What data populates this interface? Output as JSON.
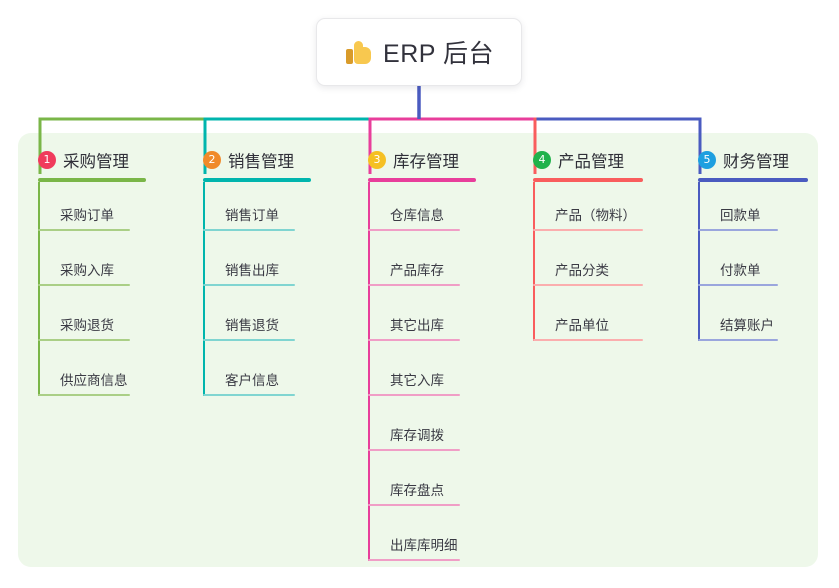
{
  "root": {
    "icon": "thumbs-up-icon",
    "title": "ERP 后台"
  },
  "palette": {
    "panel_bg": "#eef8ea",
    "page_bg": "#ffffff",
    "root_stem": "#4a5bc0"
  },
  "branches": [
    {
      "index": "1",
      "label": "采购管理",
      "badge_color": "#f03b5c",
      "line_color": "#7ab648",
      "leaf_line_color": "#aacf86",
      "items": [
        "采购订单",
        "采购入库",
        "采购退货",
        "供应商信息"
      ]
    },
    {
      "index": "2",
      "label": "销售管理",
      "badge_color": "#f08a2a",
      "line_color": "#00b5ad",
      "leaf_line_color": "#80d5d1",
      "items": [
        "销售订单",
        "销售出库",
        "销售退货",
        "客户信息"
      ]
    },
    {
      "index": "3",
      "label": "库存管理",
      "badge_color": "#f5c023",
      "line_color": "#e83e9b",
      "leaf_line_color": "#f09ec6",
      "items": [
        "仓库信息",
        "产品库存",
        "其它出库",
        "其它入库",
        "库存调拨",
        "库存盘点",
        "出库库明细"
      ]
    },
    {
      "index": "4",
      "label": "产品管理",
      "badge_color": "#20b24b",
      "line_color": "#f95d5d",
      "leaf_line_color": "#fbaeae",
      "items": [
        "产品（物料）",
        "产品分类",
        "产品单位"
      ]
    },
    {
      "index": "5",
      "label": "财务管理",
      "badge_color": "#1e9fe0",
      "line_color": "#4a5bc0",
      "leaf_line_color": "#9aa6dd",
      "items": [
        "回款单",
        "付款单",
        "结算账户"
      ]
    }
  ]
}
